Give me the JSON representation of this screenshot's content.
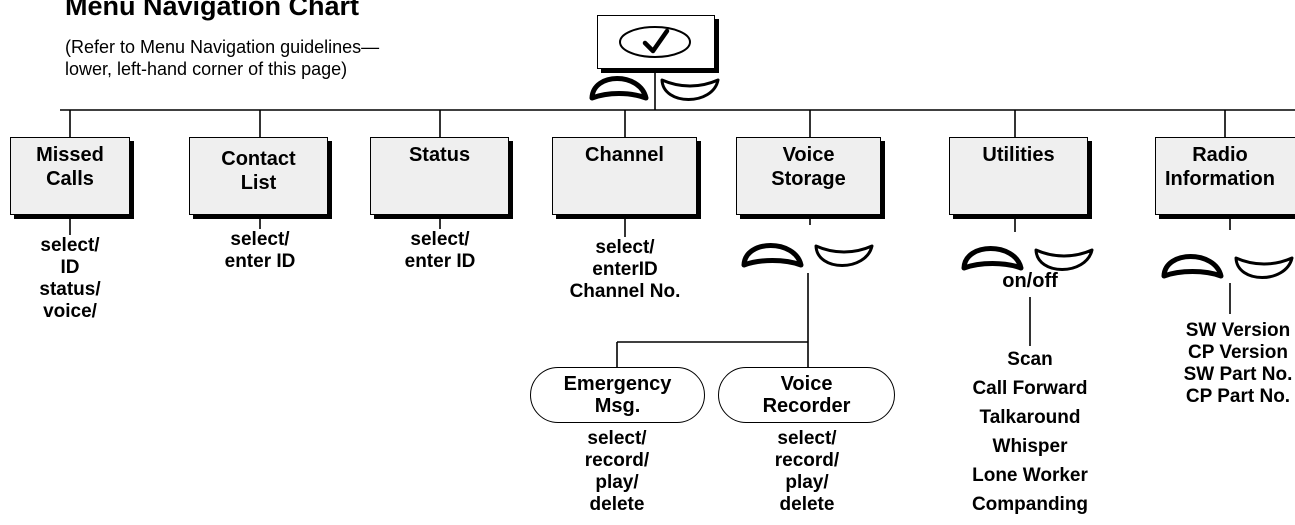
{
  "header": {
    "title": "Menu Navigation Chart",
    "subtitle_lines": [
      "(Refer to Menu Navigation guidelines—",
      "lower, left-hand corner of this page)"
    ]
  },
  "root": {
    "icon": "checkmark-icon"
  },
  "menus": [
    {
      "lines": [
        "Missed",
        "Calls"
      ],
      "sub": [
        "select/",
        "ID",
        "status/",
        "voice/"
      ]
    },
    {
      "lines": [
        "Contact",
        "List"
      ],
      "sub": [
        "select/",
        "enter ID"
      ]
    },
    {
      "lines": [
        "Status"
      ],
      "sub": [
        "select/",
        "enter ID"
      ]
    },
    {
      "lines": [
        "Channel"
      ],
      "sub": [
        "select/",
        "enterID",
        "Channel No."
      ]
    },
    {
      "lines": [
        "Voice",
        "Storage"
      ],
      "sub": []
    },
    {
      "lines": [
        "Utilities"
      ],
      "sub": []
    },
    {
      "lines": [
        "Radio",
        "Information"
      ],
      "sub": []
    }
  ],
  "voice_storage": {
    "options": [
      {
        "lines": [
          "Emergency",
          "Msg."
        ],
        "sub": [
          "select/",
          "record/",
          "play/",
          "delete"
        ]
      },
      {
        "lines": [
          "Voice",
          "Recorder"
        ],
        "sub": [
          "select/",
          "record/",
          "play/",
          "delete"
        ]
      }
    ]
  },
  "utilities": {
    "toggle_label": "on/off",
    "items": [
      "Scan",
      "Call Forward",
      "Talkaround",
      "Whisper",
      "Lone Worker",
      "Companding"
    ]
  },
  "radio_information": {
    "items": [
      "SW Version",
      "CP Version",
      "SW Part No.",
      "CP Part No."
    ]
  },
  "colors": {
    "box_fill": "#efefef",
    "ink": "#000000"
  }
}
